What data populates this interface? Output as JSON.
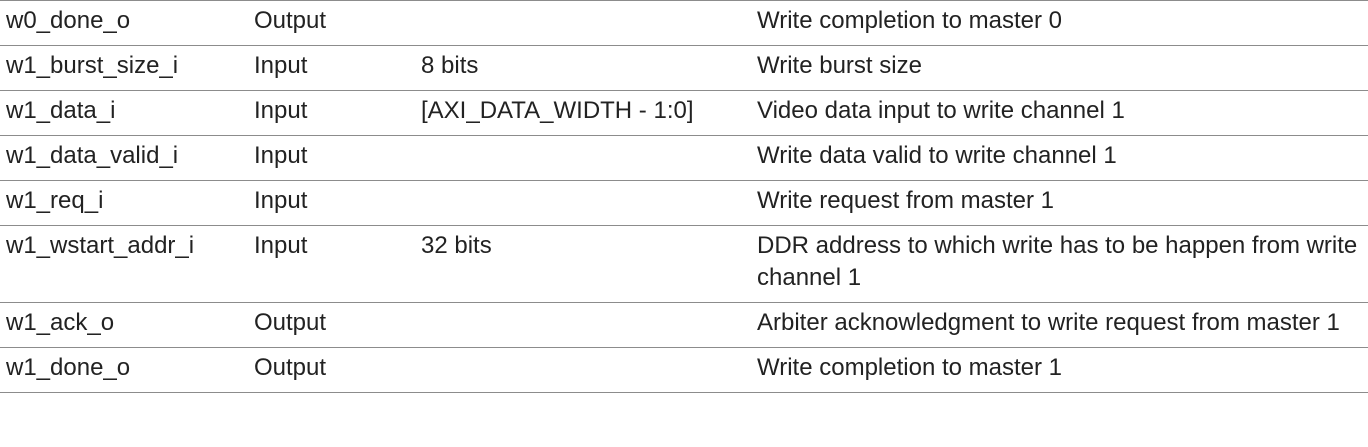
{
  "rows": [
    {
      "signal": "w0_done_o",
      "direction": "Output",
      "width": "",
      "description": "Write completion to master 0"
    },
    {
      "signal": "w1_burst_size_i",
      "direction": "Input",
      "width": "8 bits",
      "description": "Write burst size"
    },
    {
      "signal": "w1_data_i",
      "direction": "Input",
      "width": "[AXI_DATA_WIDTH - 1:0]",
      "description": "Video data input to write channel 1"
    },
    {
      "signal": "w1_data_valid_i",
      "direction": "Input",
      "width": "",
      "description": "Write data valid to write channel 1"
    },
    {
      "signal": "w1_req_i",
      "direction": "Input",
      "width": "",
      "description": "Write request from master 1"
    },
    {
      "signal": "w1_wstart_addr_i",
      "direction": "Input",
      "width": "32 bits",
      "description": "DDR address to which write has to be happen from write channel 1"
    },
    {
      "signal": "w1_ack_o",
      "direction": "Output",
      "width": "",
      "description": "Arbiter acknowledgment to write request from master 1"
    },
    {
      "signal": "w1_done_o",
      "direction": "Output",
      "width": "",
      "description": "Write completion to master 1"
    }
  ]
}
